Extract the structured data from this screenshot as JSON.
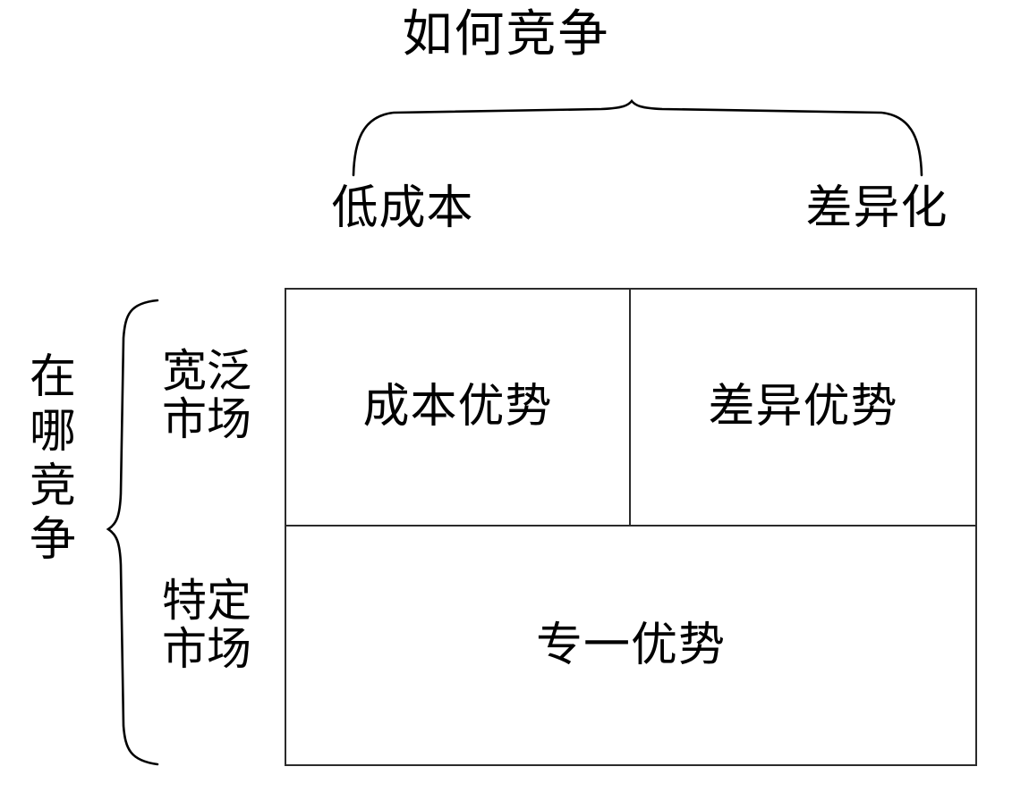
{
  "diagram": {
    "type": "strategy-matrix",
    "title": "如何竞争",
    "axes": {
      "horizontal": {
        "label": "如何竞争",
        "brace": "top-brace",
        "options": [
          {
            "key": "low-cost",
            "label": "低成本"
          },
          {
            "key": "differentiation",
            "label": "差异化"
          }
        ]
      },
      "vertical": {
        "label": "在哪竞争",
        "brace": "left-brace",
        "options": [
          {
            "key": "broad-market",
            "label_lines": [
              "宽泛",
              "市场"
            ],
            "label": "宽泛市场"
          },
          {
            "key": "niche-market",
            "label_lines": [
              "特定",
              "市场"
            ],
            "label": "特定市场"
          }
        ]
      }
    },
    "side_label_chars": [
      "在",
      "哪",
      "竞",
      "争"
    ],
    "cells": [
      {
        "key": "cost-advantage",
        "row": "broad-market",
        "column": "low-cost",
        "label": "成本优势",
        "span": 1
      },
      {
        "key": "differentiation-advantage",
        "row": "broad-market",
        "column": "differentiation",
        "label": "差异优势",
        "span": 1
      },
      {
        "key": "focus-advantage",
        "row": "niche-market",
        "column": "both",
        "label": "专一优势",
        "span": 2
      }
    ],
    "colors": {
      "background": "#ffffff",
      "stroke": "#2b2b2b",
      "text": "#000000"
    }
  }
}
